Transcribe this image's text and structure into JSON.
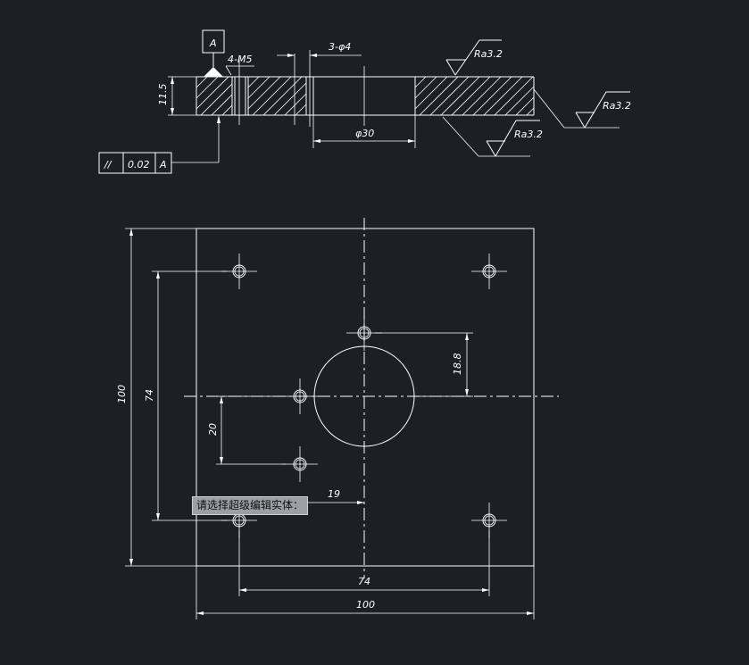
{
  "drawing": {
    "datum_label": "A",
    "thread_callout": "4-M5",
    "hole_callout": "3-φ4",
    "roughness_top": "Ra3.2",
    "roughness_right": "Ra3.2",
    "roughness_bottom": "Ra3.2",
    "thickness_dim": "11.5",
    "bore_dim": "φ30",
    "tolerance": {
      "symbol": "//",
      "value": "0.02",
      "datum": "A"
    },
    "dims": {
      "width_outer": "100",
      "height_outer": "100",
      "hole_spacing_v": "74",
      "hole_spacing_h": "74",
      "offset_20": "20",
      "offset_19": "19",
      "offset_18_8": "18.8"
    }
  },
  "command_tip": "请选择超级编辑实体："
}
